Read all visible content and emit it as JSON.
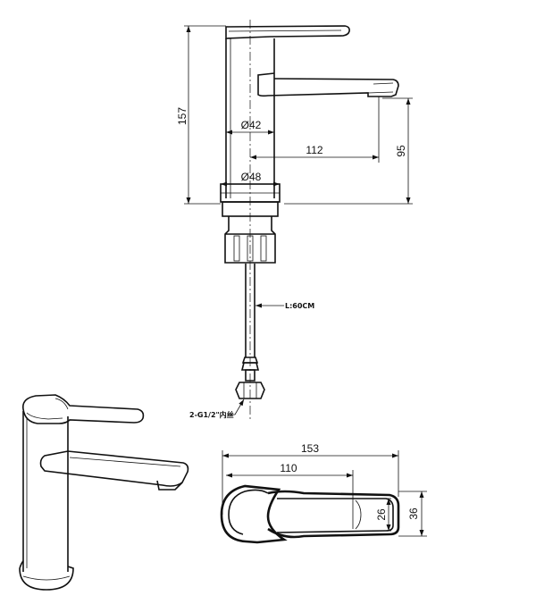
{
  "dimensions": {
    "height_total": "157",
    "outlet_height": "95",
    "spout_reach": "112",
    "body_diameter": "Ø42",
    "base_diameter": "Ø48",
    "hose_length": "L:60CM",
    "thread_connector": "2-G1/2\"内丝",
    "plan_total_length": "153",
    "plan_reach": "110",
    "plan_spout_width": "26",
    "plan_body_width": "36"
  }
}
